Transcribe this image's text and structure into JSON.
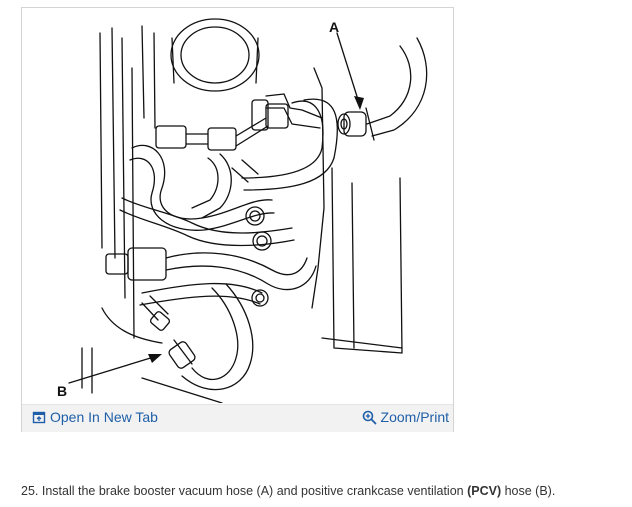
{
  "figure": {
    "callouts": {
      "a": "A",
      "b": "B"
    },
    "toolbar": {
      "open_tab_label": "Open In New Tab",
      "zoom_label": "Zoom/Print",
      "open_tab_icon": "open-in-new-tab-icon",
      "zoom_icon": "magnifier-plus-icon",
      "accent_color": "#1f5fa8"
    }
  },
  "instruction": {
    "prefix": "25. Install the brake booster vacuum hose (A) and positive crankcase ventilation ",
    "bold": "(PCV)",
    "suffix": " hose (B)."
  }
}
